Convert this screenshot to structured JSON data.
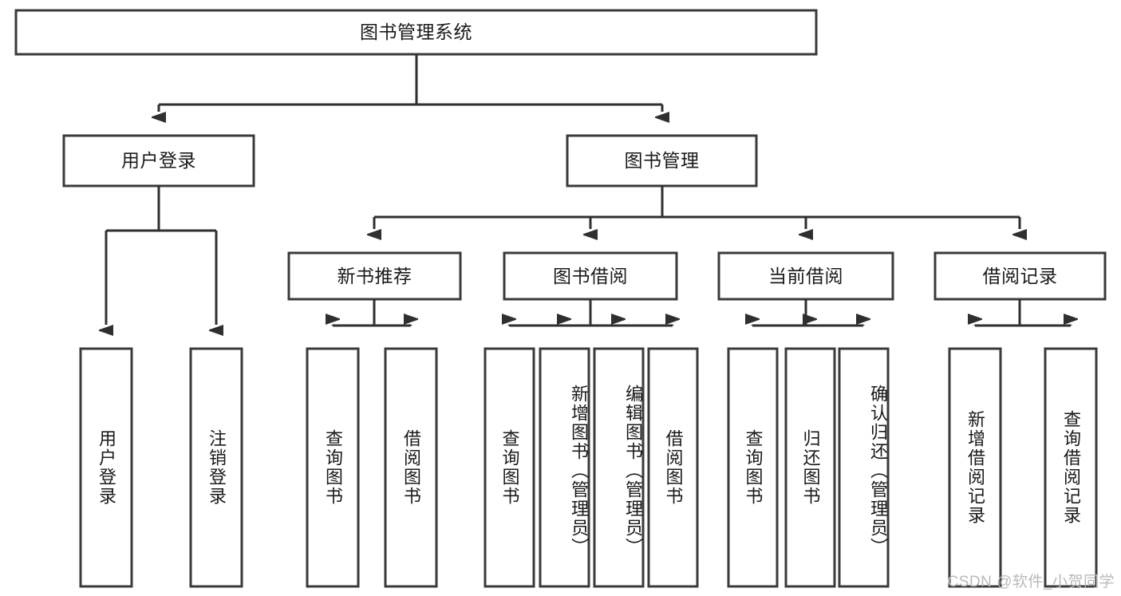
{
  "diagram": {
    "title": "图书管理系统",
    "type": "hierarchy-tree",
    "watermark": "CSDN @软件_小贺同学",
    "colors": {
      "box_stroke": "#3a3a3a",
      "connector": "#2f2f2f",
      "box_fill": "#ffffff",
      "text": "#1a1a1a",
      "watermark": "#b9b9b9"
    },
    "nodes": {
      "root": {
        "label": "图书管理系统",
        "level": 1
      },
      "l2": [
        {
          "id": "user-login",
          "label": "用户登录"
        },
        {
          "id": "book-manage",
          "label": "图书管理"
        }
      ],
      "l3": [
        {
          "id": "new-book-rec",
          "label": "新书推荐"
        },
        {
          "id": "book-borrow",
          "label": "图书借阅"
        },
        {
          "id": "current-borrow",
          "label": "当前借阅"
        },
        {
          "id": "borrow-record",
          "label": "借阅记录"
        }
      ],
      "leaves": {
        "user-login": [
          {
            "id": "leaf-user-login",
            "label": "用户登录"
          },
          {
            "id": "leaf-logout-login",
            "label": "注销登录"
          }
        ],
        "new-book-rec": [
          {
            "id": "leaf-query-book-1",
            "label": "查询图书"
          },
          {
            "id": "leaf-borrow-book-1",
            "label": "借阅图书"
          }
        ],
        "book-borrow": [
          {
            "id": "leaf-query-book-2",
            "label": "查询图书"
          },
          {
            "id": "leaf-add-book",
            "label": "新增图书（管理员）"
          },
          {
            "id": "leaf-edit-book",
            "label": "编辑图书（管理员）"
          },
          {
            "id": "leaf-borrow-book-2",
            "label": "借阅图书"
          }
        ],
        "current-borrow": [
          {
            "id": "leaf-query-book-3",
            "label": "查询图书"
          },
          {
            "id": "leaf-return-book",
            "label": "归还图书"
          },
          {
            "id": "leaf-confirm-return",
            "label": "确认归还（管理员）"
          }
        ],
        "borrow-record": [
          {
            "id": "leaf-add-record",
            "label": "新增借阅记录"
          },
          {
            "id": "leaf-query-record",
            "label": "查询借阅记录"
          }
        ]
      }
    }
  }
}
